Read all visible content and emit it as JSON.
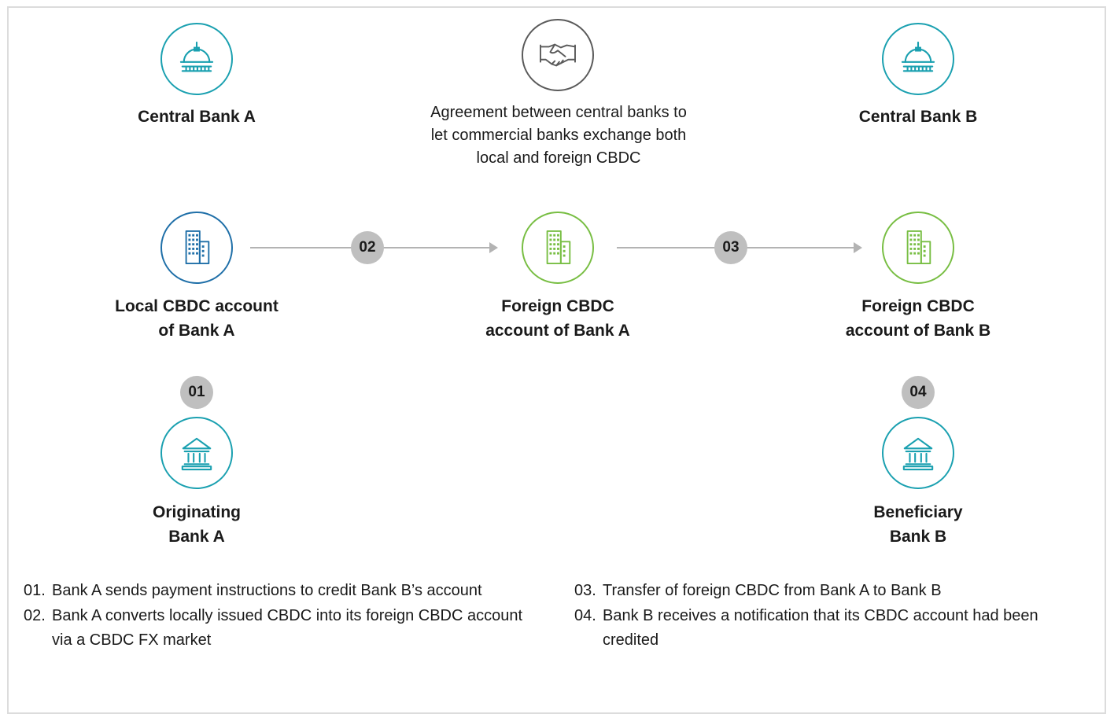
{
  "nodes": {
    "central_bank_a": {
      "label": "Central Bank A",
      "icon": "capitol-dome-icon",
      "color": "#1aa0b0"
    },
    "agreement": {
      "label": "Agreement between central banks to\nlet commercial banks exchange both\nlocal and foreign CBDC",
      "icon": "handshake-icon",
      "color": "#5a5a5a"
    },
    "central_bank_b": {
      "label": "Central Bank B",
      "icon": "capitol-dome-icon",
      "color": "#1aa0b0"
    },
    "local_cbdc_a": {
      "label": "Local CBDC account\nof Bank A",
      "icon": "office-building-icon",
      "color": "#1f6fa8"
    },
    "foreign_cbdc_a": {
      "label": "Foreign CBDC\naccount of Bank A",
      "icon": "office-building-icon",
      "color": "#78be43"
    },
    "foreign_cbdc_b": {
      "label": "Foreign CBDC\naccount of Bank B",
      "icon": "office-building-icon",
      "color": "#78be43"
    },
    "originating_bank": {
      "label": "Originating\nBank A",
      "icon": "bank-building-icon",
      "color": "#1aa0b0"
    },
    "beneficiary_bank": {
      "label": "Beneficiary\nBank B",
      "icon": "bank-building-icon",
      "color": "#1aa0b0"
    }
  },
  "badges": {
    "step1": "01",
    "step2": "02",
    "step3": "03",
    "step4": "04"
  },
  "notes": {
    "left": [
      {
        "num": "01.",
        "text": "Bank A sends payment instructions to credit Bank B’s account"
      },
      {
        "num": "02.",
        "text": "Bank A converts locally issued CBDC into its foreign CBDC account via a CBDC FX market"
      }
    ],
    "right": [
      {
        "num": "03.",
        "text": "Transfer of foreign CBDC from Bank A to Bank B"
      },
      {
        "num": "04.",
        "text": "Bank B receives a notification that its CBDC account had been credited"
      }
    ]
  }
}
